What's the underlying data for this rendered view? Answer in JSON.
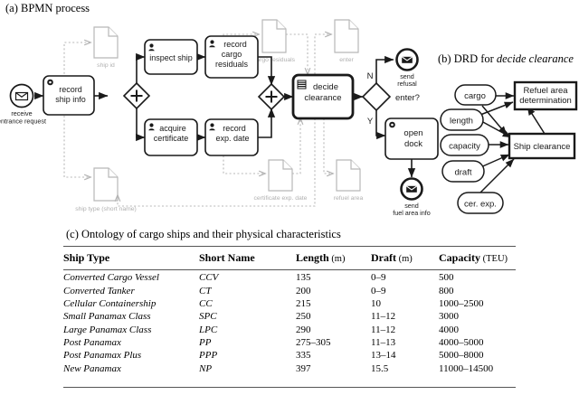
{
  "captions": {
    "a": "(a) BPMN process",
    "b_prefix": "(b) DRD for ",
    "b_italic": "decide clearance",
    "c": "(c) Ontology of cargo ships and their physical characteristics"
  },
  "bpmn": {
    "start_event": {
      "label": "receive\nentrance request",
      "icon": "envelope-icon"
    },
    "tasks": [
      {
        "id": "record-ship-info",
        "label": "record\nship info",
        "icon": "gear-icon"
      },
      {
        "id": "inspect-ship",
        "label": "inspect ship",
        "icon": "user-icon"
      },
      {
        "id": "record-cargo-residuals",
        "label": "record\ncargo\nresiduals",
        "icon": "user-icon"
      },
      {
        "id": "acquire-certificate",
        "label": "acquire\ncertificate",
        "icon": "user-icon"
      },
      {
        "id": "record-exp-date",
        "label": "record\nexp. date",
        "icon": "user-icon"
      },
      {
        "id": "decide-clearance",
        "label": "decide\nclearance",
        "icon": "business-rule-icon"
      },
      {
        "id": "open-dock",
        "label": "open\ndock",
        "icon": "gear-icon"
      }
    ],
    "gateways": [
      {
        "id": "split-parallel",
        "type": "parallel",
        "label": ""
      },
      {
        "id": "join-parallel",
        "type": "parallel",
        "label": ""
      },
      {
        "id": "enter-decision",
        "type": "exclusive",
        "label": "enter?",
        "branch_yes": "Y",
        "branch_no": "N"
      }
    ],
    "end_events": [
      {
        "id": "send-refusal",
        "label": "send\nrefusal",
        "icon": "envelope-icon"
      },
      {
        "id": "send-fuel-area-info",
        "label": "send\nfuel area info",
        "icon": "envelope-icon"
      }
    ],
    "data_objects": [
      {
        "id": "ship-id",
        "label": "ship id"
      },
      {
        "id": "cargo-residuals",
        "label": "cargo residuals"
      },
      {
        "id": "enter",
        "label": "enter"
      },
      {
        "id": "ship-type",
        "label": "ship type (short name)"
      },
      {
        "id": "certificate-exp-date",
        "label": "certificate exp. date"
      },
      {
        "id": "refuel-area",
        "label": "refuel area"
      }
    ]
  },
  "drd": {
    "inputs": [
      {
        "id": "cargo",
        "label": "cargo"
      },
      {
        "id": "length",
        "label": "length"
      },
      {
        "id": "capacity",
        "label": "capacity"
      },
      {
        "id": "draft",
        "label": "draft"
      },
      {
        "id": "cer-exp",
        "label": "cer. exp."
      }
    ],
    "decisions": [
      {
        "id": "refuel-area-determination",
        "label": "Refuel area\ndetermination"
      },
      {
        "id": "ship-clearance",
        "label": "Ship clearance"
      }
    ]
  },
  "table": {
    "headers": [
      {
        "name": "Ship Type",
        "unit": ""
      },
      {
        "name": "Short Name",
        "unit": ""
      },
      {
        "name": "Length",
        "unit": " (m)"
      },
      {
        "name": "Draft",
        "unit": " (m)"
      },
      {
        "name": "Capacity",
        "unit": " (TEU)"
      }
    ],
    "rows": [
      {
        "ship_type": "Converted Cargo Vessel",
        "short_name": "CCV",
        "length": "135",
        "draft": "0–9",
        "capacity": "500"
      },
      {
        "ship_type": "Converted Tanker",
        "short_name": "CT",
        "length": "200",
        "draft": "0–9",
        "capacity": "800"
      },
      {
        "ship_type": "Cellular Containership",
        "short_name": "CC",
        "length": "215",
        "draft": "10",
        "capacity": "1000–2500"
      },
      {
        "ship_type": "Small Panamax Class",
        "short_name": "SPC",
        "length": "250",
        "draft": "11–12",
        "capacity": "3000"
      },
      {
        "ship_type": "Large Panamax Class",
        "short_name": "LPC",
        "length": "290",
        "draft": "11–12",
        "capacity": "4000"
      },
      {
        "ship_type": "Post Panamax",
        "short_name": "PP",
        "length": "275–305",
        "draft": "11–13",
        "capacity": "4000–5000"
      },
      {
        "ship_type": "Post Panamax Plus",
        "short_name": "PPP",
        "length": "335",
        "draft": "13–14",
        "capacity": "5000–8000"
      },
      {
        "ship_type": "New Panamax",
        "short_name": "NP",
        "length": "397",
        "draft": "15.5",
        "capacity": "11000–14500"
      }
    ]
  },
  "colors": {
    "stroke": "#1a1a1a",
    "muted": "#b3b3b3",
    "rule": "#555555"
  }
}
